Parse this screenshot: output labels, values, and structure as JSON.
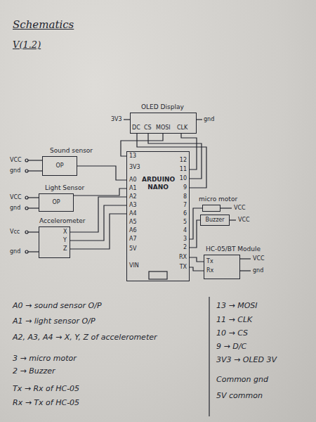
{
  "diagram": {
    "title": "Schematics",
    "nodes": [
      {
        "text": [
          "OLED Display"
        ]
      },
      {
        "text": [
          "Sound sensor",
          "OP"
        ]
      },
      {
        "text": [
          "Light Sensor",
          "OP"
        ]
      },
      {
        "text": [
          "Accelerometer"
        ]
      },
      {
        "text": [
          "ARDUINO NANO"
        ]
      },
      {
        "text": [
          "micro motor"
        ]
      },
      {
        "text": [
          "Buzzer"
        ]
      },
      {
        "text": [
          "HC-05/BT Module"
        ]
      }
    ],
    "edges": [
      {
        "from": 1,
        "to": 4,
        "arrow": "none"
      },
      {
        "from": 2,
        "to": 4,
        "arrow": "none"
      },
      {
        "from": 3,
        "to": 4,
        "arrow": "none"
      },
      {
        "from": 3,
        "to": 4,
        "arrow": "none"
      },
      {
        "from": 3,
        "to": 4,
        "arrow": "none"
      },
      {
        "from": 0,
        "to": 4,
        "arrow": "none"
      },
      {
        "from": 0,
        "to": 4,
        "arrow": "none"
      },
      {
        "from": 0,
        "to": 4,
        "arrow": "none"
      },
      {
        "from": 0,
        "to": 4,
        "arrow": "none"
      },
      {
        "from": 5,
        "to": 4,
        "arrow": "none"
      },
      {
        "from": 6,
        "to": 4,
        "arrow": "none"
      },
      {
        "from": 7,
        "to": 4,
        "arrow": "none"
      },
      {
        "from": 7,
        "to": 4,
        "arrow": "none"
      }
    ],
    "labels": [
      "V(1.2)",
      "3V3",
      "gnd",
      "DC",
      "CS",
      "MOSI",
      "CLK",
      "VCC",
      "gnd",
      "VCC",
      "gnd",
      "Vcc",
      "gnd",
      "X",
      "Y",
      "Z",
      "13",
      "3V3",
      "A0",
      "A1",
      "A2",
      "A3",
      "A4",
      "A5",
      "A6",
      "A7",
      "5V",
      "VIN",
      "12",
      "11",
      "10",
      "9",
      "8",
      "7",
      "6",
      "5",
      "4",
      "3",
      "2",
      "RX",
      "TX",
      "VCC",
      "VCC",
      "Tx",
      "Rx",
      "VCC",
      "gnd",
      "A0 → sound sensor O/P",
      "A1 → light sensor O/P",
      "A2, A3, A4 → X, Y, Z of accelerometer",
      "3 → micro motor",
      "2 → Buzzer",
      "Tx → Rx of HC-05",
      "Rx → Tx of HC-05",
      "13 → MOSI",
      "11 → CLK",
      "10 → CS",
      "9 → D/C",
      "3V3 → OLED 3V",
      "Common gnd",
      "5V common"
    ]
  }
}
